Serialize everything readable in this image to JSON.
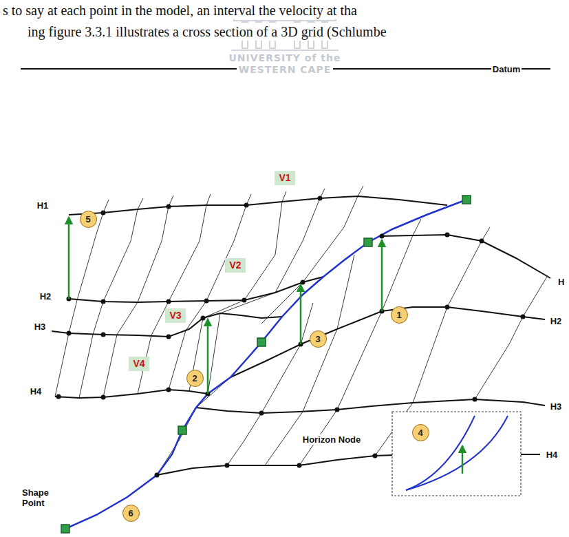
{
  "diagram": {
    "nodes": [
      {
        "text": [
          "V1"
        ]
      },
      {
        "text": [
          "5"
        ]
      },
      {
        "text": [
          "V2"
        ]
      },
      {
        "text": [
          "V3"
        ]
      },
      {
        "text": [
          "1"
        ]
      },
      {
        "text": [
          "3"
        ]
      },
      {
        "text": [
          "V4"
        ]
      },
      {
        "text": [
          "2"
        ]
      },
      {
        "text": [
          "4"
        ]
      },
      {
        "text": [
          "6"
        ]
      }
    ],
    "labels": [
      "s to say at each point in the model, an interval the velocity at tha",
      "ing figure 3.3.1 illustrates a cross section of a 3D grid (Schlumbe",
      "UNIVERSITY of the",
      "WESTERN CAPE",
      "Datum",
      "H1",
      "H2",
      "H3",
      "H4",
      "H",
      "H2",
      "H3",
      "H4",
      "Horizon Node",
      "Shape Point"
    ]
  }
}
